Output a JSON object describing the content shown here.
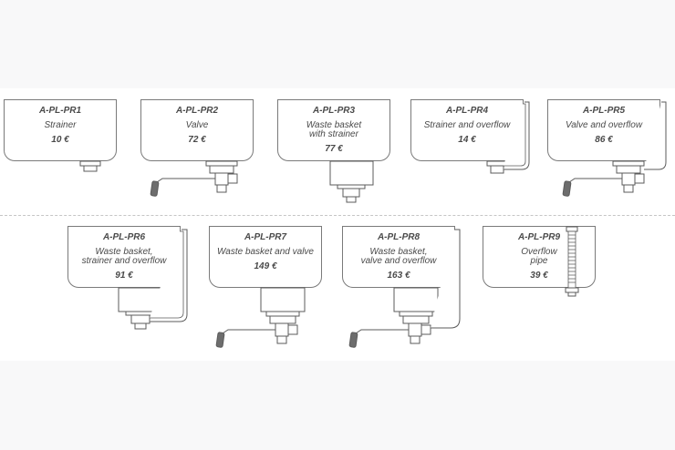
{
  "products": [
    {
      "code": "A-PL-PR1",
      "name": "Strainer",
      "price": "10 €"
    },
    {
      "code": "A-PL-PR2",
      "name": "Valve",
      "price": "72 €"
    },
    {
      "code": "A-PL-PR3",
      "name": "Waste basket\nwith strainer",
      "price": "77 €"
    },
    {
      "code": "A-PL-PR4",
      "name": "Strainer and overflow",
      "price": "14 €"
    },
    {
      "code": "A-PL-PR5",
      "name": "Valve and overflow",
      "price": "86 €"
    },
    {
      "code": "A-PL-PR6",
      "name": "Waste basket,\nstrainer and overflow",
      "price": "91 €"
    },
    {
      "code": "A-PL-PR7",
      "name": "Waste basket and valve",
      "price": "149 €"
    },
    {
      "code": "A-PL-PR8",
      "name": "Waste basket,\nvalve and overflow",
      "price": "163 €"
    },
    {
      "code": "A-PL-PR9",
      "name": "Overflow\npipe",
      "price": "39 €"
    }
  ]
}
